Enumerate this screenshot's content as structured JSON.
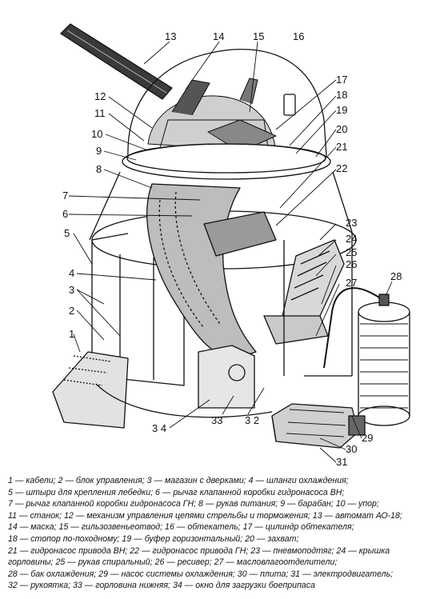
{
  "labels": {
    "1": "1",
    "2": "2",
    "3": "3",
    "4": "4",
    "5": "5",
    "6": "6",
    "7": "7",
    "8": "8",
    "9": "9",
    "10": "10",
    "11": "11",
    "12": "12",
    "13": "13",
    "14": "14",
    "15": "15",
    "16": "16",
    "17": "17",
    "18": "18",
    "19": "19",
    "20": "20",
    "21": "21",
    "22": "22",
    "23": "23",
    "24": "24",
    "25": "25",
    "26": "26",
    "27": "27",
    "28": "28",
    "29": "29",
    "30": "30",
    "31": "31",
    "32": "3 2",
    "33": "33",
    "34": "3 4"
  },
  "caption": [
    "1 — кабели; 2 — блок управления; 3 — магазин с дверками; 4 — шланги охлаждения;",
    "5 — штыри для крепления лебедки; 6 — рычаг клапанной коробки гидронасоса ВН;",
    "7 — рычаг клапанной коробки гидронасоса ГН; 8 — рукав питания; 9 — барабан; 10 — упор;",
    "11 — станок; 12 — механизм управления цепями стрельбы и торможения; 13 — автомат АО-18;",
    "14 — маска; 15 — гильзозвеньеотвод; 16 — обтекатель; 17 — цилиндр обтекателя;",
    "18 — стопор по-походному; 19 — буфер горизонтальный; 20 — захват;",
    "21 — гидронасос привода ВН; 22 — гидронасос привода ГН; 23 — пневмоподтяг; 24 — крышка",
    "горловины; 25 — рукав спиральный; 26 — ресивер; 27 — масловлагоотделители;",
    "28 — бак охлаждения; 29 — насос системы охлаждения; 30 — плита; 31 — электродвигатель;",
    "32 — рукоятка; 33 — горловина нижняя; 34 — окно для загрузки боеприпаса"
  ]
}
